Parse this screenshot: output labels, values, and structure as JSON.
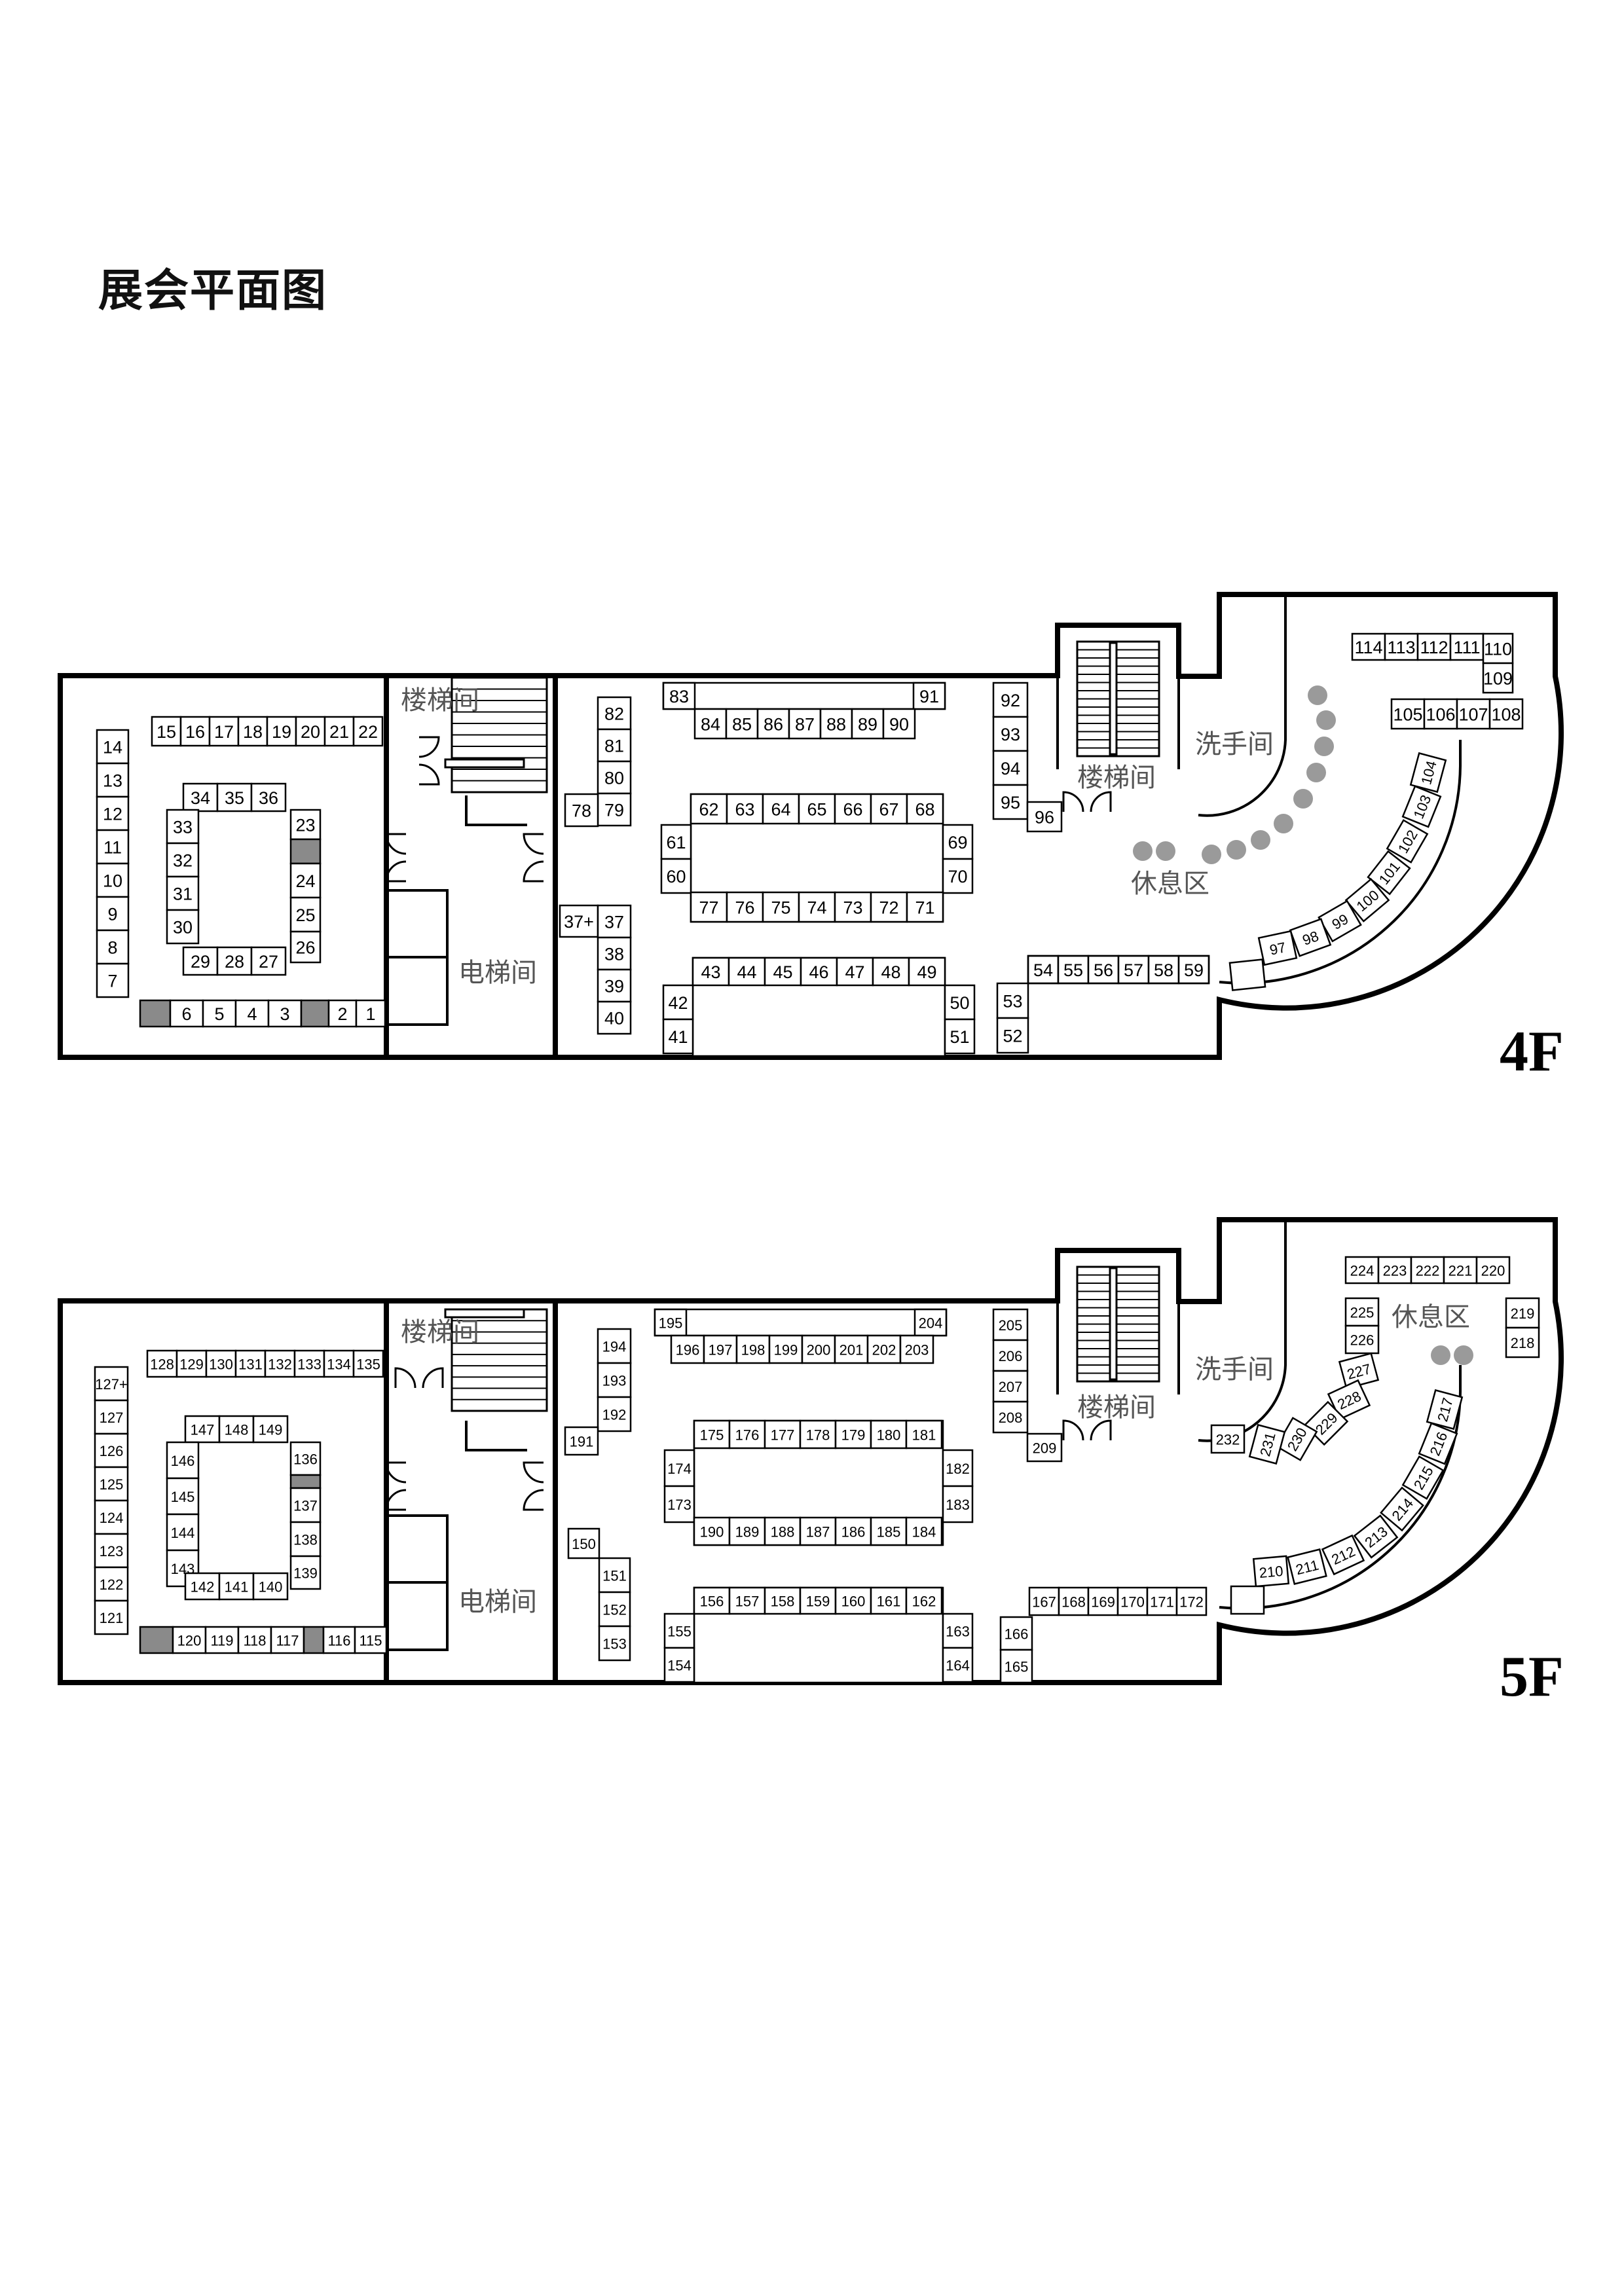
{
  "title": "展会平面图",
  "colors": {
    "wall": "#000000",
    "booth_fill": "#ffffff",
    "reserved_fill": "#8a8a8a",
    "rest_dot": "#9a9a9a",
    "label": "#555555"
  },
  "floors": [
    {
      "id": "4F",
      "label": "4F",
      "rooms": {
        "stairs_left": "楼梯间",
        "stairs_right": "楼梯间",
        "elevator": "电梯间",
        "washroom": "洗手间",
        "rest_area": "休息区"
      },
      "booths": [
        "15",
        "16",
        "17",
        "18",
        "19",
        "20",
        "21",
        "22",
        "14",
        "13",
        "12",
        "11",
        "10",
        "9",
        "8",
        "7",
        "34",
        "35",
        "36",
        "33",
        "32",
        "31",
        "30",
        "23",
        "24",
        "25",
        "26",
        "29",
        "28",
        "27",
        "6",
        "5",
        "4",
        "3",
        "2",
        "1",
        "82",
        "81",
        "80",
        "79",
        "78",
        "37+",
        "37",
        "38",
        "39",
        "40",
        "83",
        "91",
        "84",
        "85",
        "86",
        "87",
        "88",
        "89",
        "90",
        "62",
        "63",
        "64",
        "65",
        "66",
        "67",
        "68",
        "61",
        "60",
        "69",
        "70",
        "77",
        "76",
        "75",
        "74",
        "73",
        "72",
        "71",
        "43",
        "44",
        "45",
        "46",
        "47",
        "48",
        "49",
        "42",
        "41",
        "50",
        "51",
        "92",
        "93",
        "94",
        "95",
        "96",
        "54",
        "55",
        "56",
        "57",
        "58",
        "59",
        "53",
        "52",
        "114",
        "113",
        "112",
        "111",
        "110",
        "109",
        "105",
        "106",
        "107",
        "108",
        "104",
        "103",
        "102",
        "101",
        "100",
        "99",
        "98",
        "97"
      ]
    },
    {
      "id": "5F",
      "label": "5F",
      "rooms": {
        "stairs_left": "楼梯间",
        "stairs_right": "楼梯间",
        "elevator": "电梯间",
        "washroom": "洗手间",
        "rest_area": "休息区"
      },
      "booths": [
        "128",
        "129",
        "130",
        "131",
        "132",
        "133",
        "134",
        "135",
        "127+",
        "127",
        "126",
        "125",
        "124",
        "123",
        "122",
        "121",
        "147",
        "148",
        "149",
        "146",
        "145",
        "144",
        "143",
        "136",
        "137",
        "138",
        "139",
        "142",
        "141",
        "140",
        "120",
        "119",
        "118",
        "117",
        "116",
        "115",
        "194",
        "193",
        "192",
        "191",
        "150",
        "151",
        "152",
        "153",
        "195",
        "204",
        "196",
        "197",
        "198",
        "199",
        "200",
        "201",
        "202",
        "203",
        "175",
        "176",
        "177",
        "178",
        "179",
        "180",
        "181",
        "174",
        "173",
        "182",
        "183",
        "190",
        "189",
        "188",
        "187",
        "186",
        "185",
        "184",
        "156",
        "157",
        "158",
        "159",
        "160",
        "161",
        "162",
        "155",
        "154",
        "163",
        "164",
        "205",
        "206",
        "207",
        "208",
        "209",
        "166",
        "165",
        "167",
        "168",
        "169",
        "170",
        "171",
        "172",
        "224",
        "223",
        "222",
        "221",
        "220",
        "219",
        "218",
        "225",
        "226",
        "227",
        "228",
        "229",
        "230",
        "231",
        "232",
        "217",
        "216",
        "215",
        "214",
        "213",
        "212",
        "211",
        "210"
      ]
    }
  ]
}
